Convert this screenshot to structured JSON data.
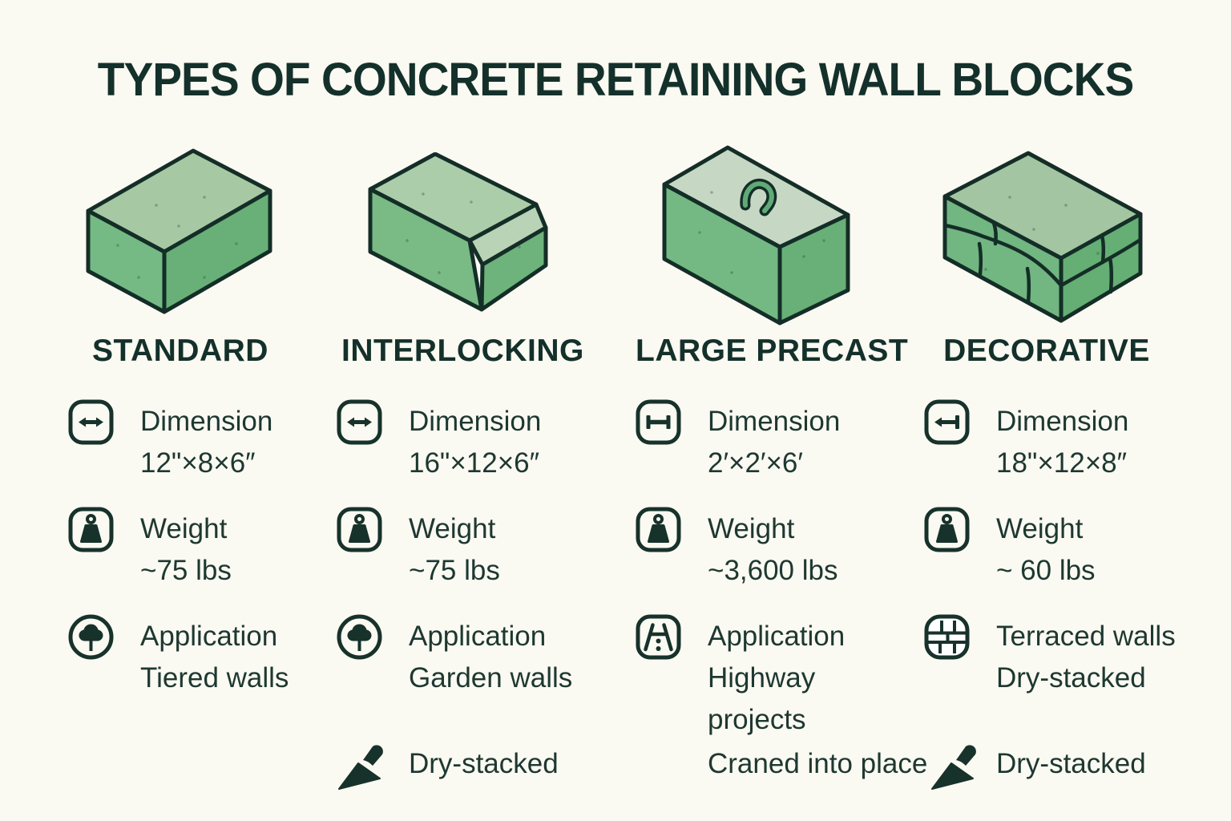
{
  "title": "TYPES OF CONCRETE RETAINING WALL BLOCKS",
  "colors": {
    "background": "#faf9f2",
    "ink": "#17322b",
    "block_top_light": "#a6c9a4",
    "block_left_green": "#75ba84",
    "block_right_green": "#68b077",
    "precast_top": "#c6d8c4",
    "bevel_light": "#b9d3b6"
  },
  "columns": [
    {
      "name": "STANDARD",
      "block_illustration": "plain-rectangular-concrete-block",
      "dimension": {
        "icon": "horizontal-arrows-icon",
        "label": "Dimension",
        "value": "12\"×8×6″"
      },
      "weight": {
        "icon": "weight-icon",
        "label": "Weight",
        "value": "~75 lbs"
      },
      "application": {
        "icon": "tree-icon",
        "label": "Application",
        "value": "Tiered walls"
      }
    },
    {
      "name": "INTERLOCKING",
      "block_illustration": "lipped-interlocking-concrete-block",
      "dimension": {
        "icon": "horizontal-arrows-icon",
        "label": "Dimension",
        "value": "16\"×12×6″"
      },
      "weight": {
        "icon": "weight-icon",
        "label": "Weight",
        "value": "~75 lbs"
      },
      "application": {
        "icon": "tree-icon",
        "label": "Application",
        "value": "Garden walls"
      },
      "footer": {
        "icon": "trowel-icon",
        "label": "Dry-stacked"
      }
    },
    {
      "name": "LARGE PRECAST",
      "block_illustration": "large-precast-block-with-lifting-loop",
      "dimension": {
        "icon": "beam-span-icon",
        "label": "Dimension",
        "value": "2′×2′×6′"
      },
      "weight": {
        "icon": "weight-icon",
        "label": "Weight",
        "value": "~3,600 lbs"
      },
      "application": {
        "icon": "highway-icon",
        "label": "Application",
        "value": "Highway",
        "value2": "projects"
      },
      "footer": {
        "icon": "none",
        "label": "Craned into place"
      }
    },
    {
      "name": "DECORATIVE",
      "block_illustration": "textured-stacked-stone-block",
      "dimension": {
        "icon": "arrow-to-bar-icon",
        "label": "Dimension",
        "value": "18\"×12×8″"
      },
      "weight": {
        "icon": "weight-icon",
        "label": "Weight",
        "value": "~ 60 lbs"
      },
      "application": {
        "icon": "brick-wall-icon",
        "label": "Terraced walls",
        "value": "Dry-stacked"
      },
      "footer": {
        "icon": "trowel-icon",
        "label": "Dry-stacked"
      }
    }
  ]
}
